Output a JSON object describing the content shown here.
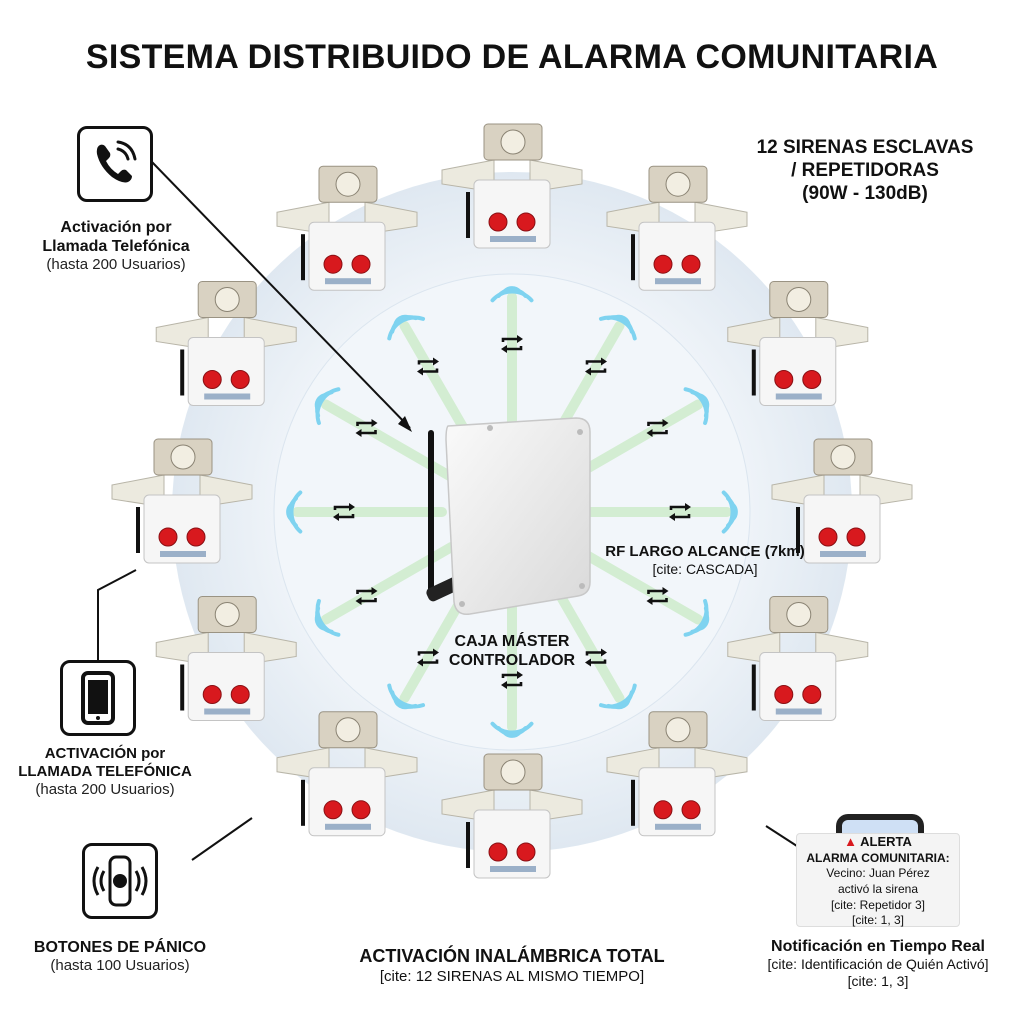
{
  "title": "SISTEMA DISTRIBUIDO DE ALARMA COMUNITARIA",
  "sirens_label": {
    "line1": "12 SIRENAS ESCLAVAS",
    "line2": "/ REPETIDORAS",
    "line3": "(90W - 130dB)"
  },
  "phone_activation": {
    "line1": "Activación por",
    "line2": "Llamada Telefónica",
    "line3": "(hasta 200 Usuarios)"
  },
  "mobile_activation": {
    "line1": "ACTIVACIÓN por",
    "line2": "LLAMADA TELEFÓNICA",
    "line3": "(hasta 200 Usuarios)"
  },
  "panic_buttons": {
    "line1": "BOTONES DE PÁNICO",
    "line2": "(hasta 100 Usuarios)"
  },
  "master": {
    "line1": "CAJA MÁSTER",
    "line2": "CONTROLADOR"
  },
  "rf": {
    "line1": "RF LARGO ALCANCE (7km)",
    "line2": "[cite: CASCADA]"
  },
  "wireless": {
    "line1": "ACTIVACIÓN INALÁMBRICA TOTAL",
    "line2": "[cite: 12 SIRENAS AL MISMO TIEMPO]"
  },
  "notification": {
    "title": "Notificación en Tiempo Real",
    "line2": "[cite: Identificación de Quién Activó]",
    "line3": "[cite: 1, 3]"
  },
  "alert_card": {
    "header": "ALERTA",
    "line1": "ALARMA COMUNITARIA:",
    "line2": "Vecino: Juan Pérez",
    "line3": "activó la sirena",
    "line4": "[cite: Repetidor 3]",
    "line5": "[cite: 1, 3]"
  },
  "colors": {
    "siren_button": "#d8191e",
    "wave": "#7fd3f0",
    "ring": "#dde8f2",
    "ray": "#bfe8b8"
  },
  "icons": [
    "phone-call-icon",
    "smartphone-icon",
    "panic-button-icon",
    "repeat-icon",
    "wifi-signal-icon",
    "warning-icon"
  ]
}
